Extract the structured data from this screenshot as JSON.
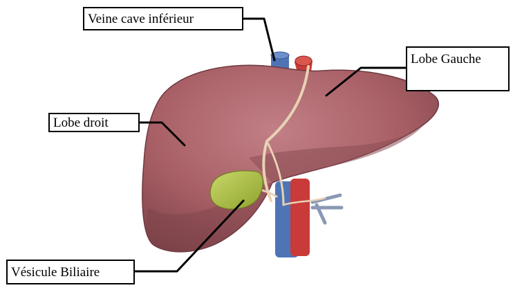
{
  "labels": {
    "vci": "Veine cave inférieur",
    "lobe_gauche": "Lobe Gauche",
    "lobe_droit": "Lobe droit",
    "vesicule": "Vésicule Biliaire"
  },
  "colors": {
    "liver": "#a86066",
    "liver_dark": "#7a3f46",
    "liver_light": "#c88a8e",
    "gallbladder": "#a6bf3c",
    "vein_blue": "#4f74b6",
    "artery_red": "#c93b38",
    "duct": "#e8d2b4"
  }
}
